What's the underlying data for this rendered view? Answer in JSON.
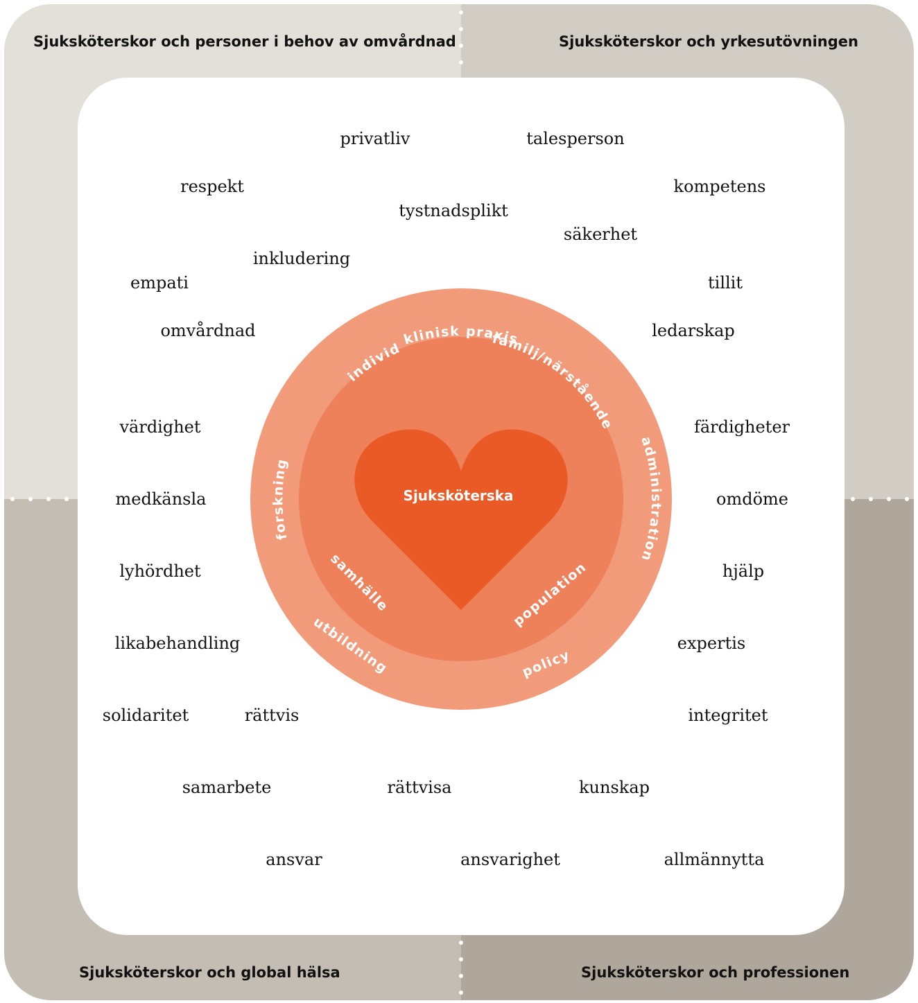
{
  "quadrants": {
    "top_left": {
      "title": "Sjuksköterskor och personer i behov av omvårdnad",
      "color": "#e3e0da"
    },
    "top_right": {
      "title": "Sjuksköterskor och yrkesutövningen",
      "color": "#d1ccc4"
    },
    "bottom_left": {
      "title": "Sjuksköterskor och global hälsa",
      "color": "#c4bdb3"
    },
    "bottom_right": {
      "title": "Sjuksköterskor och professionen",
      "color": "#afa79b"
    }
  },
  "words": {
    "privatliv": "privatliv",
    "talesperson": "talesperson",
    "respekt": "respekt",
    "kompetens": "kompetens",
    "tystnadsplikt": "tystnadsplikt",
    "sakerhet": "säkerhet",
    "inkludering": "inkludering",
    "empati": "empati",
    "tillit": "tillit",
    "omvardnad": "omvårdnad",
    "ledarskap": "ledarskap",
    "vardighet": "värdighet",
    "fardigheter": "färdigheter",
    "medkansla": "medkänsla",
    "omdome": "omdöme",
    "lyhordhet": "lyhördhet",
    "hjalp": "hjälp",
    "likabehandling": "likabehandling",
    "expertis": "expertis",
    "solidaritet": "solidaritet",
    "rattvis": "rättvis",
    "integritet": "integritet",
    "samarbete": "samarbete",
    "rattvisa": "rättvisa",
    "kunskap": "kunskap",
    "ansvar": "ansvar",
    "ansvarighet": "ansvarighet",
    "allmannytta": "allmännytta"
  },
  "outer_ring": {
    "color": "#f19b7b",
    "labels": {
      "klinisk_praxis": "klinisk praxis",
      "administration": "administration",
      "policy": "policy",
      "utbildning": "utbildning",
      "forskning": "forskning"
    }
  },
  "inner_ring": {
    "color": "#ee805a",
    "labels": {
      "individ": "individ",
      "familj": "familj/närstående",
      "population": "population",
      "samhalle": "samhälle"
    }
  },
  "heart": {
    "label": "Sjuksköterska",
    "color": "#e95a26"
  }
}
